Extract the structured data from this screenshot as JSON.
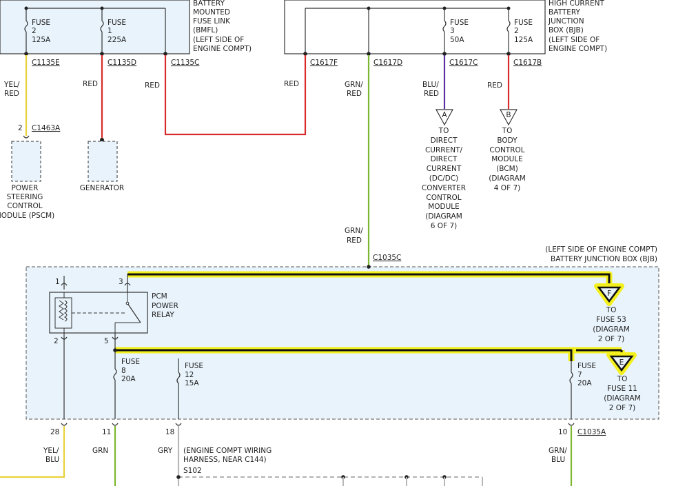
{
  "bmfl": {
    "lines": [
      "BATTERY",
      "MOUNTED",
      "FUSE LINK",
      "(BMFL)",
      "(LEFT SIDE OF",
      "ENGINE COMPT)"
    ],
    "fuse_a": [
      "FUSE",
      "2",
      "125A"
    ],
    "fuse_b": [
      "FUSE",
      "1",
      "225A"
    ]
  },
  "bjb_top": {
    "lines": [
      "HIGH CURRENT",
      "BATTERY",
      "JUNCTION",
      "BOX (BJB)",
      "(LEFT SIDE OF",
      "ENGINE COMPT)"
    ],
    "fuse_a": [
      "FUSE",
      "3",
      "50A"
    ],
    "fuse_b": [
      "FUSE",
      "2",
      "125A"
    ]
  },
  "connectors": {
    "c1135e": "C1135E",
    "c1135d": "C1135D",
    "c1135c": "C1135C",
    "c1617f": "C1617F",
    "c1617d": "C1617D",
    "c1617c": "C1617C",
    "c1617b": "C1617B",
    "c1463a_pin": "2",
    "c1463a": "C1463A",
    "c1035c": "C1035C",
    "c1035a": "C1035A"
  },
  "wires": {
    "yel_red": [
      "YEL/",
      "RED"
    ],
    "red1": "RED",
    "red2": "RED",
    "red3": "RED",
    "red4": "RED",
    "grn_red_1": [
      "GRN/",
      "RED"
    ],
    "grn_red_2": [
      "GRN/",
      "RED"
    ],
    "blu_red": [
      "BLU/",
      "RED"
    ],
    "yel_blu": [
      "YEL/",
      "BLU"
    ],
    "grn": "GRN",
    "gry": "GRY",
    "grn_blu": [
      "GRN/",
      "BLU"
    ]
  },
  "components": {
    "pscm": [
      "POWER",
      "STEERING",
      "CONTROL",
      "MODULE (PSCM)"
    ],
    "generator": "GENERATOR"
  },
  "offpage": {
    "a_letter": "A",
    "a_text": [
      "TO",
      "DIRECT",
      "CURRENT/",
      "DIRECT",
      "CURRENT",
      "(DC/DC)",
      "CONVERTER",
      "CONTROL",
      "MODULE",
      "(DIAGRAM",
      "6 OF 7)"
    ],
    "b_letter": "B",
    "b_text": [
      "TO",
      "BODY",
      "CONTROL",
      "MODULE",
      "(BCM)",
      "(DIAGRAM",
      "4 OF 7)"
    ],
    "f_letter": "F",
    "f_text": [
      "TO",
      "FUSE 53",
      "(DIAGRAM",
      "2 OF 7)"
    ],
    "e_letter": "E",
    "e_text": [
      "TO",
      "FUSE 11",
      "(DIAGRAM",
      "2 OF 7)"
    ]
  },
  "bjb_bottom": {
    "title": [
      "(LEFT SIDE OF ENGINE COMPT)",
      "BATTERY JUNCTION BOX (BJB)"
    ],
    "relay": [
      "PCM",
      "POWER",
      "RELAY"
    ],
    "relay_pins": {
      "p1": "1",
      "p3": "3",
      "p2": "2",
      "p5": "5"
    },
    "fuse8": [
      "FUSE",
      "8",
      "20A"
    ],
    "fuse12": [
      "FUSE",
      "12",
      "15A"
    ],
    "fuse7": [
      "FUSE",
      "7",
      "20A"
    ],
    "pins": {
      "p28": "28",
      "p11": "11",
      "p18": "18",
      "p10": "10"
    }
  },
  "splice": {
    "text": [
      "(ENGINE COMPT WIRING",
      "HARNESS, NEAR C144)"
    ],
    "id": "S102"
  },
  "colors": {
    "red": "#d92b2b",
    "yellow": "#e8d23a",
    "green": "#7cb82f",
    "purple": "#5b2d9e",
    "gray": "#b8b8b8",
    "highlight": "#f4f01e",
    "box_fill": "#e8f3fb"
  }
}
